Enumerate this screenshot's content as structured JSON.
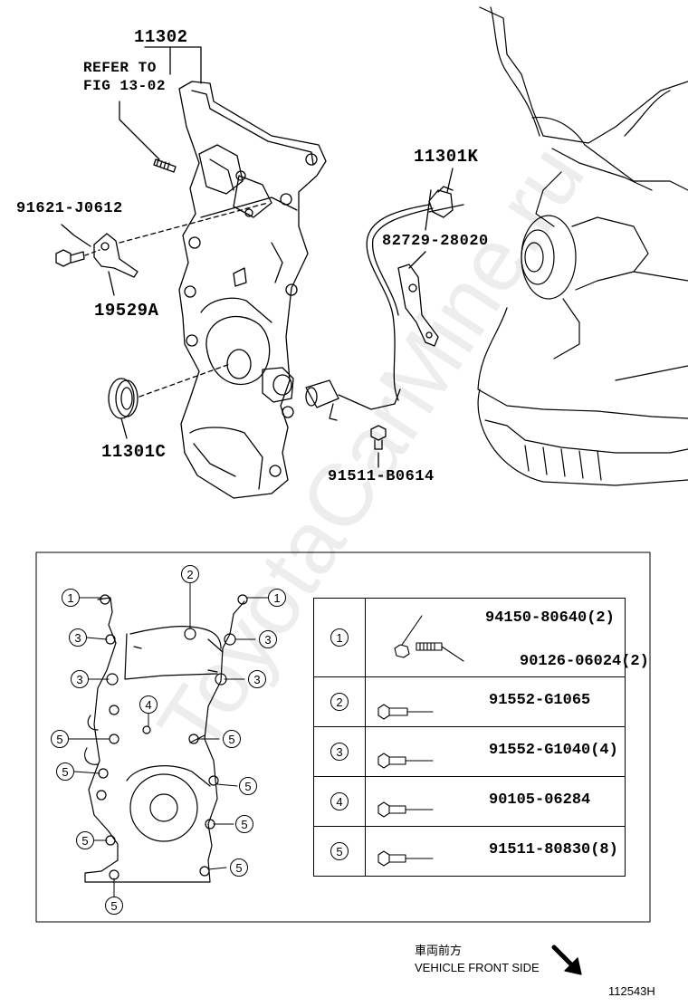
{
  "callouts": {
    "p11302": "11302",
    "refer_line1": "REFER TO",
    "refer_line2": "FIG 13-02",
    "p91621": "91621-J0612",
    "p19529A": "19529A",
    "p11301C": "11301C",
    "p11301K": "11301K",
    "p82729": "82729-28020",
    "p91511": "91511-B0614"
  },
  "bolt_table": {
    "rows": [
      {
        "key": "1",
        "parts": [
          "94150-80640(2)",
          "90126-06024(2)"
        ]
      },
      {
        "key": "2",
        "parts": [
          "91552-G1065"
        ]
      },
      {
        "key": "3",
        "parts": [
          "91552-G1040(4)"
        ]
      },
      {
        "key": "4",
        "parts": [
          "90105-06284"
        ]
      },
      {
        "key": "5",
        "parts": [
          "91511-80830(8)"
        ]
      }
    ]
  },
  "positions": {
    "c1": "1",
    "c2": "2",
    "c3": "3",
    "c4": "4",
    "c5": "5"
  },
  "footer": {
    "jp": "車両前方",
    "en": "VEHICLE FRONT SIDE",
    "fig_id": "112543H"
  },
  "watermark": "ToyotaCarMine.ru"
}
